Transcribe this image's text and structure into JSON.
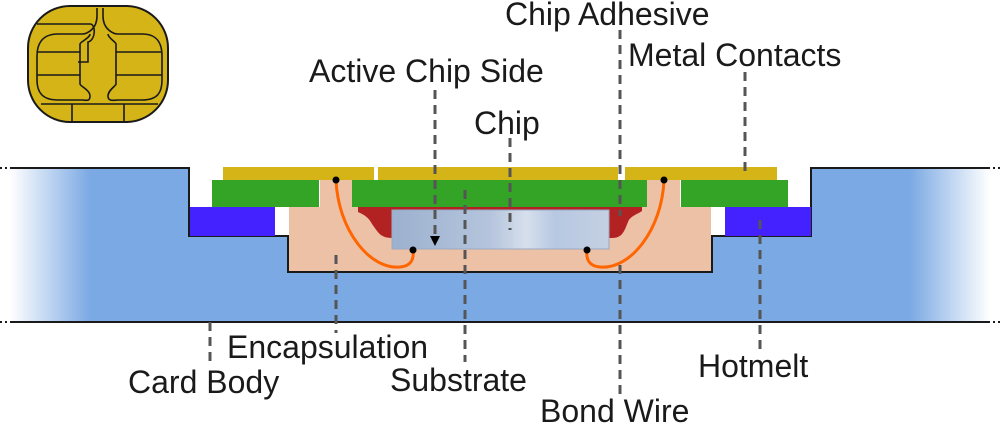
{
  "title": "Smart card chip module cross-section",
  "labels": {
    "chip_adhesive": "Chip Adhesive",
    "metal_contacts": "Metal Contacts",
    "active_chip_side": "Active Chip Side",
    "chip": "Chip",
    "encapsulation": "Encapsulation",
    "card_body": "Card Body",
    "substrate": "Substrate",
    "bond_wire": "Bond Wire",
    "hotmelt": "Hotmelt"
  },
  "colors": {
    "card_body": "#7ba9e3",
    "metal_contacts": "#d4b416",
    "substrate": "#33a426",
    "hotmelt": "#4422ff",
    "encapsulation": "#edc1a6",
    "chip_adhesive": "#b22222",
    "chip": "#a9bdd8",
    "bond_wire": "#ff6600",
    "chip_icon": "#d4b416"
  }
}
